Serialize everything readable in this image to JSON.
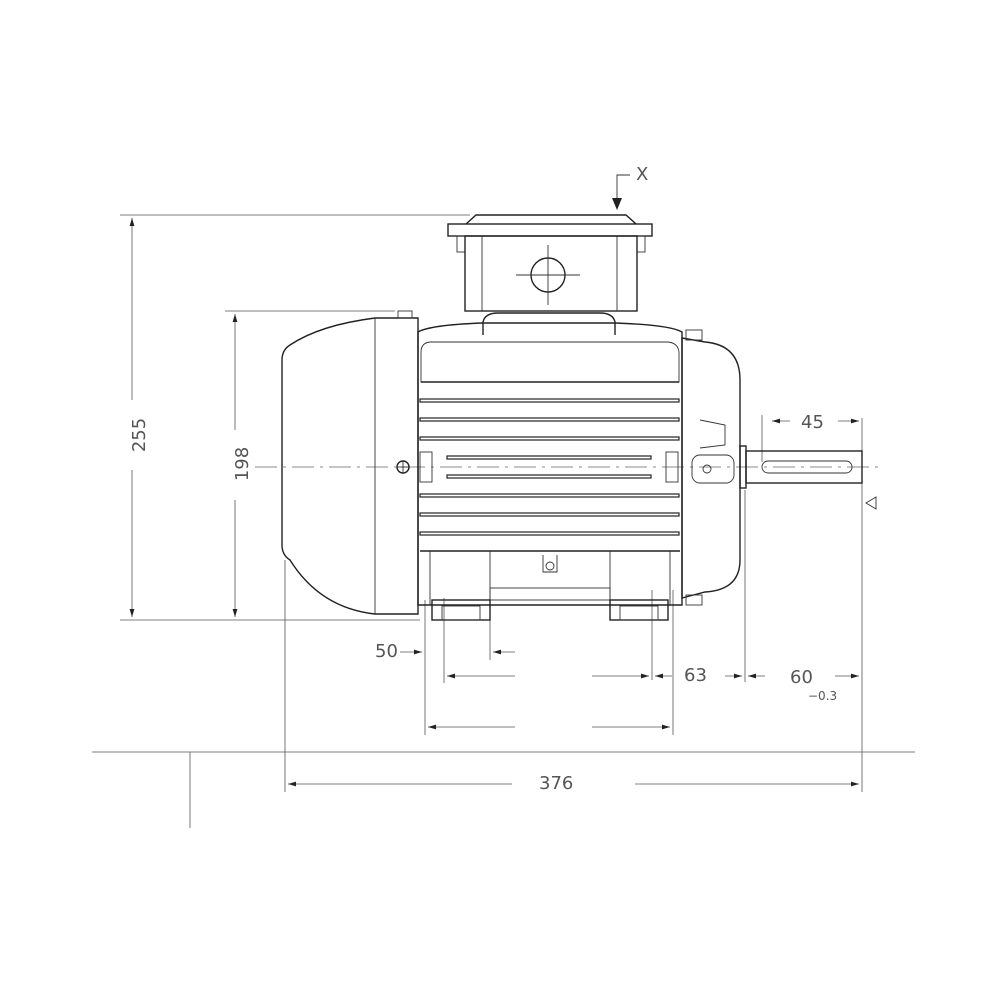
{
  "drawing": {
    "title": "Electric motor side view dimension drawing",
    "view_marker": "X",
    "dimensions": {
      "overall_height": "255",
      "shaft_center_height_span": "198",
      "key_length": "45",
      "foot_width": "50",
      "foot_offset": "63",
      "shaft_length": "60",
      "shaft_length_tolerance": "−0.3",
      "overall_length": "376"
    }
  }
}
